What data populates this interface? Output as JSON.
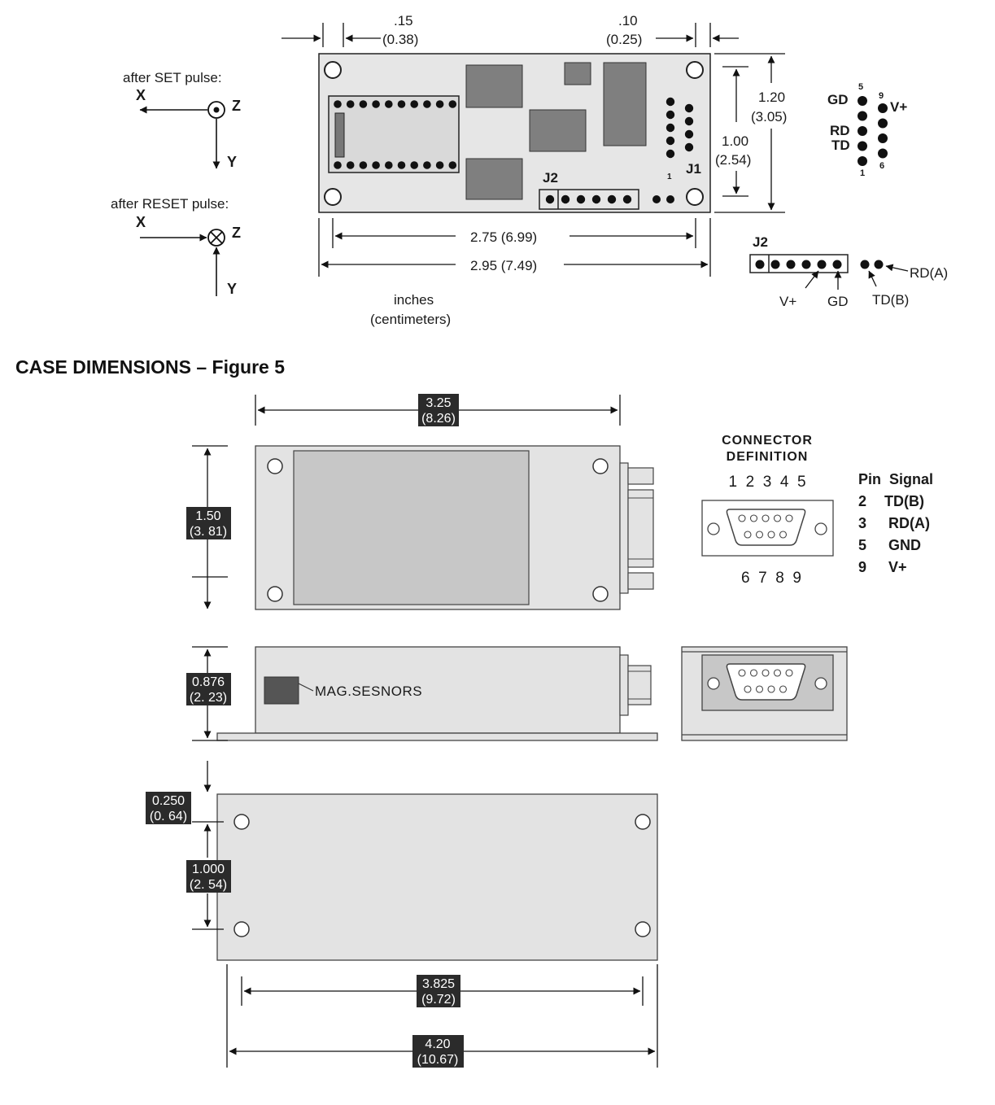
{
  "top": {
    "set_label": "after SET pulse:",
    "reset_label": "after RESET pulse:",
    "axis_x": "X",
    "axis_y": "Y",
    "axis_z": "Z",
    "dim_015_in": ".15",
    "dim_015_cm": "(0.38)",
    "dim_010_in": ".10",
    "dim_010_cm": "(0.25)",
    "dim_120_in": "1.20",
    "dim_120_cm": "(3.05)",
    "dim_100_in": "1.00",
    "dim_100_cm": "(2.54)",
    "dim_275": "2.75  (6.99)",
    "dim_295": "2.95 (7.49)",
    "units_1": "inches",
    "units_2": "(centimeters)",
    "j2_label": "J2",
    "j1_label": "J1",
    "pin_1": "1",
    "pin_5": "5",
    "pin_9": "9",
    "pin_6": "6",
    "sig_gd": "GD",
    "sig_rd": "RD",
    "sig_td": "TD",
    "sig_vplus": "V+",
    "sig_rda": "RD(A)",
    "sig_tdb": "TD(B)"
  },
  "case": {
    "heading": "CASE DIMENSIONS – Figure 5",
    "dim_325_in": "3.25",
    "dim_325_cm": "(8.26)",
    "dim_150_in": "1.50",
    "dim_150_cm": "(3. 81)",
    "dim_0876_in": "0.876",
    "dim_0876_cm": "(2. 23)",
    "dim_0250_in": "0.250",
    "dim_0250_cm": "(0. 64)",
    "dim_1000_in": "1.000",
    "dim_1000_cm": "(2. 54)",
    "dim_3825_in": "3.825",
    "dim_3825_cm": "(9.72)",
    "dim_420_in": "4.20",
    "dim_420_cm": "(10.67)",
    "sensor_label": "MAG.SESNORS",
    "connector_title_1": "CONNECTOR",
    "connector_title_2": "DEFINITION",
    "pins_top": "1  2  3  4  5",
    "pins_bottom": "6  7  8  9",
    "pin_table": {
      "header": "Pin  Signal",
      "rows": [
        {
          "pin": "2",
          "signal": "TD(B)"
        },
        {
          "pin": "3",
          "signal": "RD(A)"
        },
        {
          "pin": "5",
          "signal": "GND"
        },
        {
          "pin": "9",
          "signal": "V+"
        }
      ]
    }
  }
}
